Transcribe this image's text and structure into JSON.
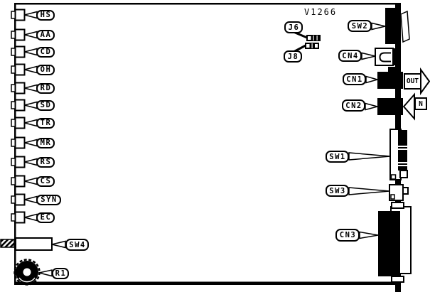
{
  "board_id": "V1266",
  "leds": [
    "HS",
    "AA",
    "CD",
    "OH",
    "RD",
    "SD",
    "TR",
    "MR",
    "RS",
    "CS",
    "SYN",
    "EC"
  ],
  "jumpers": [
    "J6",
    "J8"
  ],
  "switches": [
    "SW2",
    "SW1",
    "SW3",
    "SW4"
  ],
  "connectors": [
    "CN4",
    "CN1",
    "CN2",
    "CN3"
  ],
  "potentiometer": "R1",
  "arrows": {
    "out": "OUT",
    "in": "N"
  },
  "colors": {
    "ink": "#000000",
    "paper": "#ffffff"
  }
}
